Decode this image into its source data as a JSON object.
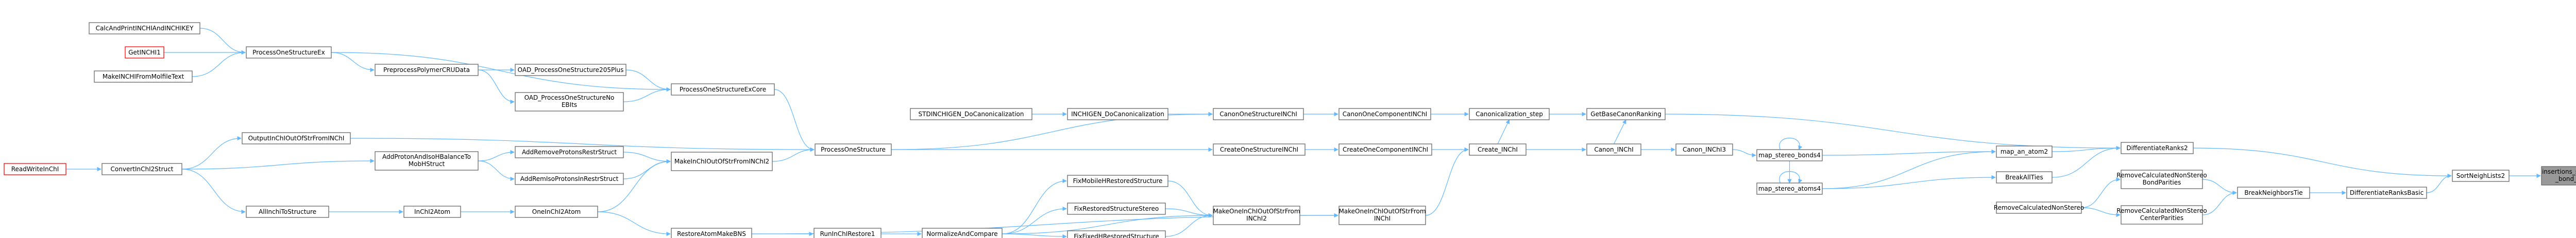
{
  "graph": {
    "nodes": [
      {
        "id": "root",
        "lines": [
          "insertions_sort_NeighList",
          "_bond_NeighList"
        ],
        "style": "root"
      },
      {
        "id": "SortNeighLists2",
        "lines": [
          "SortNeighLists2"
        ]
      },
      {
        "id": "DifferentiateRanksBasic",
        "lines": [
          "DifferentiateRanksBasic"
        ]
      },
      {
        "id": "DifferentiateRanks2",
        "lines": [
          "DifferentiateRanks2"
        ]
      },
      {
        "id": "BreakNeighborsTie",
        "lines": [
          "BreakNeighborsTie"
        ]
      },
      {
        "id": "GetBaseCanonRanking",
        "lines": [
          "GetBaseCanonRanking"
        ]
      },
      {
        "id": "map_an_atom2",
        "lines": [
          "map_an_atom2"
        ]
      },
      {
        "id": "BreakAllTies",
        "lines": [
          "BreakAllTies"
        ]
      },
      {
        "id": "RemoveBondParities",
        "lines": [
          "RemoveCalculatedNonStereo",
          "BondParities"
        ]
      },
      {
        "id": "RemoveCenterParities",
        "lines": [
          "RemoveCalculatedNonStereo",
          "CenterParities"
        ]
      },
      {
        "id": "Canonicalization_step",
        "lines": [
          "Canonicalization_step"
        ]
      },
      {
        "id": "Canon_INChI",
        "lines": [
          "Canon_INChI"
        ]
      },
      {
        "id": "map_stereo_bonds4",
        "lines": [
          "map_stereo_bonds4"
        ]
      },
      {
        "id": "map_stereo_atoms4",
        "lines": [
          "map_stereo_atoms4"
        ]
      },
      {
        "id": "RemoveCalculatedNonStereo",
        "lines": [
          "RemoveCalculatedNonStereo"
        ]
      },
      {
        "id": "CanonOneComponentINChI",
        "lines": [
          "CanonOneComponentINChI"
        ]
      },
      {
        "id": "Create_INChI",
        "lines": [
          "Create_INChI"
        ]
      },
      {
        "id": "Canon_INChI3",
        "lines": [
          "Canon_INChI3"
        ]
      },
      {
        "id": "CanonOneStructureINChI",
        "lines": [
          "CanonOneStructureINChI"
        ]
      },
      {
        "id": "CreateOneComponentINChI",
        "lines": [
          "CreateOneComponentINChI"
        ]
      },
      {
        "id": "MakeOneInChIOutOfStrFromINChI",
        "lines": [
          "MakeOneInChIOutOfStrFrom",
          "INChI"
        ]
      },
      {
        "id": "INCHIGEN_DoCanonicalization",
        "lines": [
          "INCHIGEN_DoCanonicalization"
        ]
      },
      {
        "id": "CreateOneStructureINChI",
        "lines": [
          "CreateOneStructureINChI"
        ]
      },
      {
        "id": "STDINCHIGEN_DoCanonicalization",
        "lines": [
          "STDINCHIGEN_DoCanonicalization"
        ]
      },
      {
        "id": "ProcessOneStructure",
        "lines": [
          "ProcessOneStructure"
        ]
      },
      {
        "id": "MakeOneInChIOutOfStrFromINChI2",
        "lines": [
          "MakeOneInChIOutOfStrFrom",
          "INChI2"
        ]
      },
      {
        "id": "FixMobileHRestoredStructure",
        "lines": [
          "FixMobileHRestoredStructure"
        ]
      },
      {
        "id": "FixRestoredStructureStereo",
        "lines": [
          "FixRestoredStructureStereo"
        ]
      },
      {
        "id": "FixFixedHRestoredStructure",
        "lines": [
          "FixFixedHRestoredStructure"
        ]
      },
      {
        "id": "NormalizeAndCompare",
        "lines": [
          "NormalizeAndCompare"
        ]
      },
      {
        "id": "RunInChIRestore1",
        "lines": [
          "RunInChIRestore1"
        ]
      },
      {
        "id": "RestoreAtomMakeBNS",
        "lines": [
          "RestoreAtomMakeBNS"
        ]
      },
      {
        "id": "ProcessOneStructureExCore",
        "lines": [
          "ProcessOneStructureExCore"
        ]
      },
      {
        "id": "OAD_ProcessOneStructure2",
        "lines": [
          "OAD_ProcessOneStructureNo",
          "EBIts"
        ]
      },
      {
        "id": "OAD_ProcessOneStructure",
        "lines": [
          "OAD_ProcessOneStructure205Plus"
        ]
      },
      {
        "id": "PreprocessPolymerCRUData",
        "lines": [
          "PreprocessPolymerCRUData"
        ]
      },
      {
        "id": "ProcessOneStructureEx",
        "lines": [
          "ProcessOneStructureEx"
        ]
      },
      {
        "id": "CalcAndPrintINCHIAndINCHIKEY",
        "lines": [
          "CalcAndPrintINCHIAndINCHIKEY"
        ]
      },
      {
        "id": "GetINCHI1",
        "lines": [
          "GetINCHI1"
        ],
        "style": "red"
      },
      {
        "id": "MakeINCHIFromMolfileText",
        "lines": [
          "MakeINCHIFromMolfileText"
        ]
      },
      {
        "id": "MakeInChIOutOfStrFromINChI",
        "lines": [
          "MakeInChIOutOfStrFromINChI2"
        ]
      },
      {
        "id": "AddRemoveProtonsRestr",
        "lines": [
          "AddRemoveProtonsRestrStruct"
        ]
      },
      {
        "id": "AddRemIsoProtonsInRestr",
        "lines": [
          "AddRemIsoProtonsInRestrStruct"
        ]
      },
      {
        "id": "AddProtonAndIsoHBalance",
        "lines": [
          "AddProtonAndIsoHBalanceTo",
          "MobHStruct"
        ]
      },
      {
        "id": "OneInChI2Atom",
        "lines": [
          "OneInChI2Atom"
        ]
      },
      {
        "id": "InChI2Atom",
        "lines": [
          "InChI2Atom"
        ]
      },
      {
        "id": "AllInchiToStructure",
        "lines": [
          "AllInchiToStructure"
        ]
      },
      {
        "id": "OutputInChIOutOfStrFromINChI",
        "lines": [
          "OutputInChIOutOfStrFromINChI"
        ]
      },
      {
        "id": "ConvertInChI2Struct",
        "lines": [
          "ConvertInChI2Struct"
        ]
      },
      {
        "id": "ReadWriteInChI",
        "lines": [
          "ReadWriteInChI"
        ],
        "style": "red"
      }
    ],
    "edges": [
      [
        "SortNeighLists2",
        "root"
      ],
      [
        "DifferentiateRanksBasic",
        "SortNeighLists2"
      ],
      [
        "DifferentiateRanks2",
        "SortNeighLists2"
      ],
      [
        "BreakNeighborsTie",
        "DifferentiateRanksBasic"
      ],
      [
        "GetBaseCanonRanking",
        "DifferentiateRanks2"
      ],
      [
        "map_an_atom2",
        "DifferentiateRanks2"
      ],
      [
        "BreakAllTies",
        "DifferentiateRanks2"
      ],
      [
        "RemoveBondParities",
        "BreakNeighborsTie"
      ],
      [
        "RemoveCenterParities",
        "BreakNeighborsTie"
      ],
      [
        "Canonicalization_step",
        "GetBaseCanonRanking"
      ],
      [
        "Canon_INChI",
        "GetBaseCanonRanking"
      ],
      [
        "map_stereo_bonds4",
        "map_an_atom2"
      ],
      [
        "map_stereo_atoms4",
        "map_an_atom2"
      ],
      [
        "map_stereo_atoms4",
        "BreakAllTies"
      ],
      [
        "map_stereo_bonds4",
        "map_stereo_bonds4"
      ],
      [
        "map_stereo_atoms4",
        "map_stereo_atoms4"
      ],
      [
        "RemoveCalculatedNonStereo",
        "RemoveBondParities"
      ],
      [
        "RemoveCalculatedNonStereo",
        "RemoveCenterParities"
      ],
      [
        "map_stereo_bonds4",
        "map_stereo_atoms4"
      ],
      [
        "CanonOneComponentINChI",
        "Canonicalization_step"
      ],
      [
        "Create_INChI",
        "Canonicalization_step"
      ],
      [
        "Canon_INChI3",
        "map_stereo_bonds4"
      ],
      [
        "Canon_INChI",
        "Canon_INChI3"
      ],
      [
        "Create_INChI",
        "Canon_INChI"
      ],
      [
        "CanonOneStructureINChI",
        "CanonOneComponentINChI"
      ],
      [
        "CreateOneComponentINChI",
        "Create_INChI"
      ],
      [
        "MakeOneInChIOutOfStrFromINChI",
        "Create_INChI"
      ],
      [
        "INCHIGEN_DoCanonicalization",
        "CanonOneStructureINChI"
      ],
      [
        "CreateOneStructureINChI",
        "CreateOneComponentINChI"
      ],
      [
        "STDINCHIGEN_DoCanonicalization",
        "INCHIGEN_DoCanonicalization"
      ],
      [
        "ProcessOneStructure",
        "CanonOneStructureINChI"
      ],
      [
        "ProcessOneStructure",
        "CreateOneStructureINChI"
      ],
      [
        "MakeOneInChIOutOfStrFromINChI2",
        "MakeOneInChIOutOfStrFromINChI"
      ],
      [
        "RestoreAtomMakeBNS",
        "MakeOneInChIOutOfStrFromINChI"
      ],
      [
        "FixMobileHRestoredStructure",
        "MakeOneInChIOutOfStrFromINChI2"
      ],
      [
        "FixRestoredStructureStereo",
        "MakeOneInChIOutOfStrFromINChI2"
      ],
      [
        "FixFixedHRestoredStructure",
        "MakeOneInChIOutOfStrFromINChI2"
      ],
      [
        "NormalizeAndCompare",
        "MakeOneInChIOutOfStrFromINChI2"
      ],
      [
        "NormalizeAndCompare",
        "FixMobileHRestoredStructure"
      ],
      [
        "NormalizeAndCompare",
        "FixRestoredStructureStereo"
      ],
      [
        "NormalizeAndCompare",
        "FixFixedHRestoredStructure"
      ],
      [
        "RunInChIRestore1",
        "NormalizeAndCompare"
      ],
      [
        "RestoreAtomMakeBNS",
        "RunInChIRestore1"
      ],
      [
        "ProcessOneStructureExCore",
        "ProcessOneStructure"
      ],
      [
        "MakeInChIOutOfStrFromINChI",
        "ProcessOneStructure"
      ],
      [
        "OutputInChIOutOfStrFromINChI",
        "ProcessOneStructure"
      ],
      [
        "OAD_ProcessOneStructure2",
        "ProcessOneStructureExCore"
      ],
      [
        "OAD_ProcessOneStructure",
        "ProcessOneStructureExCore"
      ],
      [
        "ProcessOneStructureEx",
        "ProcessOneStructureExCore"
      ],
      [
        "PreprocessPolymerCRUData",
        "OAD_ProcessOneStructure"
      ],
      [
        "PreprocessPolymerCRUData",
        "OAD_ProcessOneStructure2"
      ],
      [
        "ProcessOneStructureEx",
        "PreprocessPolymerCRUData"
      ],
      [
        "CalcAndPrintINCHIAndINCHIKEY",
        "ProcessOneStructureEx"
      ],
      [
        "GetINCHI1",
        "ProcessOneStructureEx"
      ],
      [
        "MakeINCHIFromMolfileText",
        "ProcessOneStructureEx"
      ],
      [
        "AddRemoveProtonsRestr",
        "MakeInChIOutOfStrFromINChI"
      ],
      [
        "AddRemIsoProtonsInRestr",
        "MakeInChIOutOfStrFromINChI"
      ],
      [
        "OneInChI2Atom",
        "MakeInChIOutOfStrFromINChI"
      ],
      [
        "AddProtonAndIsoHBalance",
        "AddRemoveProtonsRestr"
      ],
      [
        "AddProtonAndIsoHBalance",
        "AddRemIsoProtonsInRestr"
      ],
      [
        "OneInChI2Atom",
        "RestoreAtomMakeBNS"
      ],
      [
        "InChI2Atom",
        "OneInChI2Atom"
      ],
      [
        "AllInchiToStructure",
        "InChI2Atom"
      ],
      [
        "ConvertInChI2Struct",
        "OutputInChIOutOfStrFromINChI"
      ],
      [
        "ConvertInChI2Struct",
        "AddProtonAndIsoHBalance"
      ],
      [
        "ConvertInChI2Struct",
        "AllInchiToStructure"
      ],
      [
        "ReadWriteInChI",
        "ConvertInChI2Struct"
      ]
    ],
    "colors": {
      "edge": "#63b8ff",
      "node_border": "#666666",
      "highlight_border": "#ff0000",
      "root_fill": "#999999"
    }
  }
}
